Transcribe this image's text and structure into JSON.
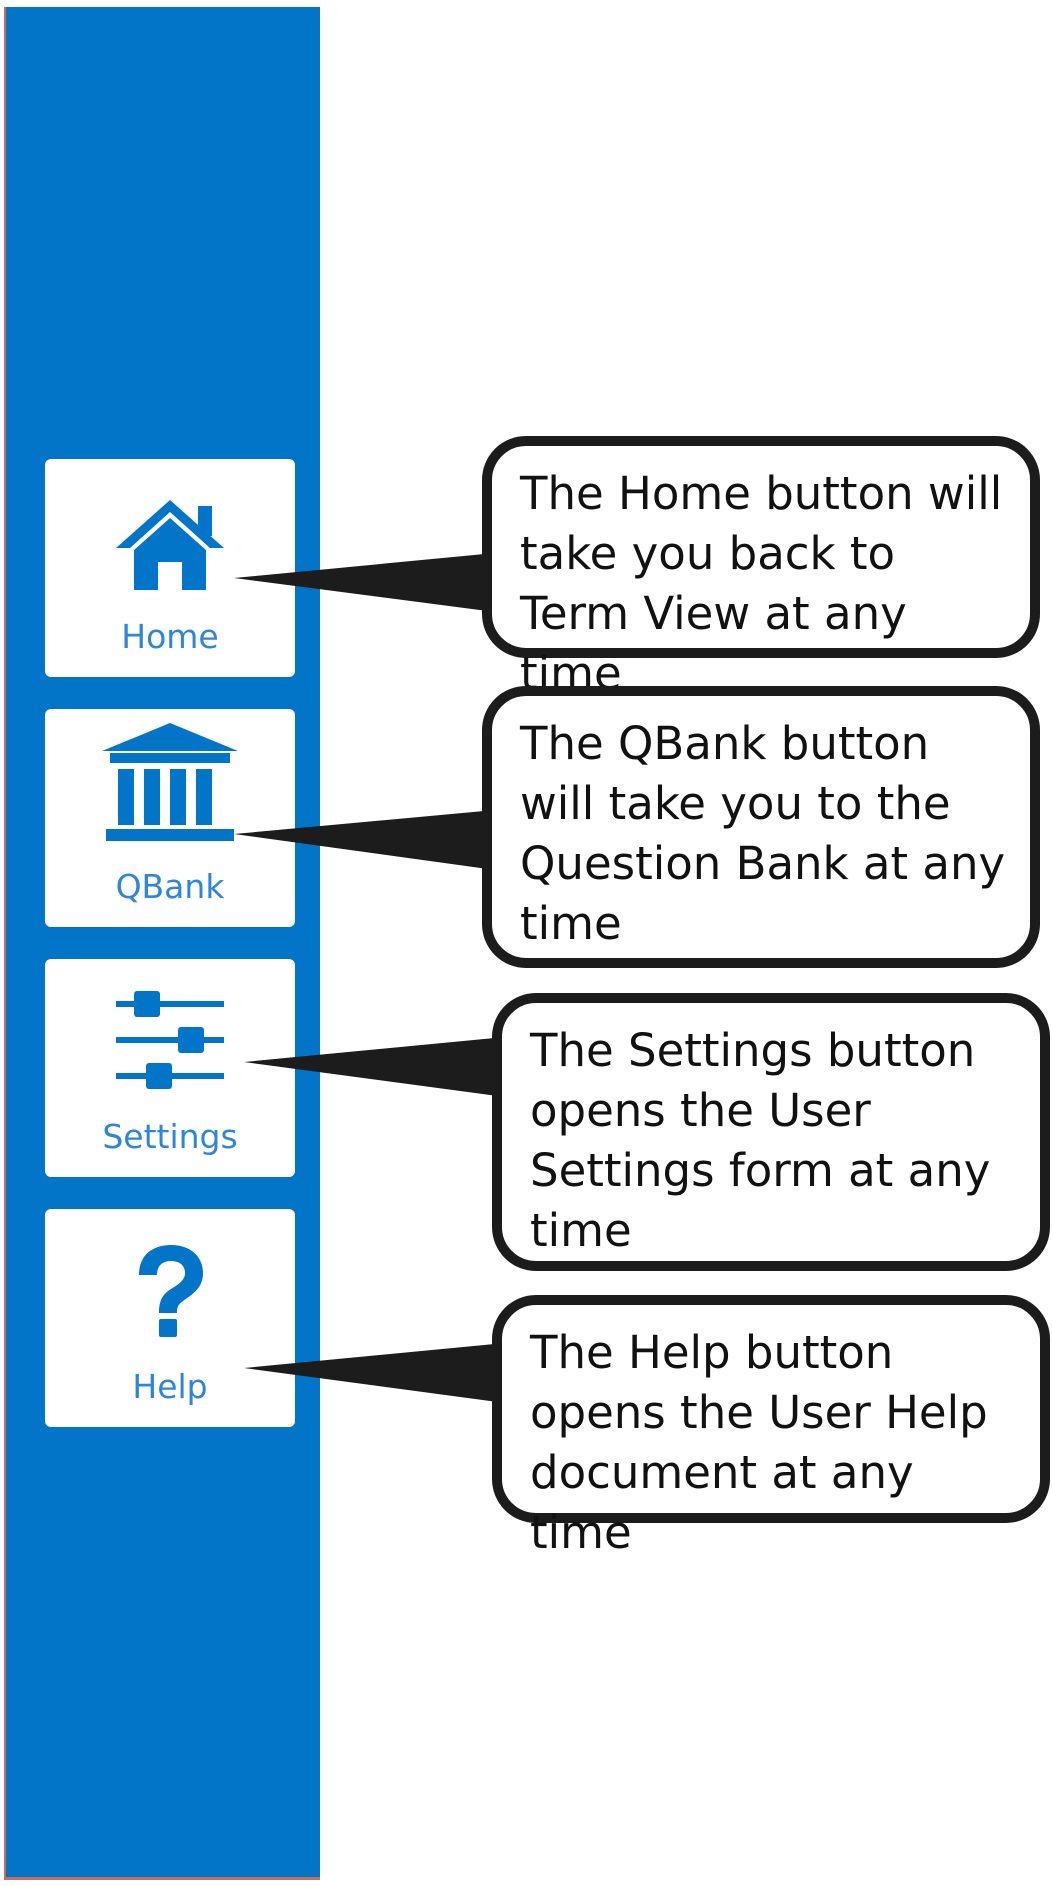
{
  "sidebar": {
    "background_color": "#0375c9",
    "buttons": [
      {
        "label": "Home",
        "icon": "home-icon"
      },
      {
        "label": "QBank",
        "icon": "bank-icon"
      },
      {
        "label": "Settings",
        "icon": "sliders-icon"
      },
      {
        "label": "Help",
        "icon": "question-icon"
      }
    ]
  },
  "callouts": [
    {
      "text": "The Home button will take you back to Term View at any time"
    },
    {
      "text": "The QBank button will take you to the Question Bank at any time"
    },
    {
      "text": "The Settings button opens the User Settings form at any time"
    },
    {
      "text": "The Help button opens the User Help document at any time"
    }
  ],
  "colors": {
    "icon": "#0375c9",
    "label": "#2f86d8",
    "callout_border": "#1c1c1c"
  }
}
